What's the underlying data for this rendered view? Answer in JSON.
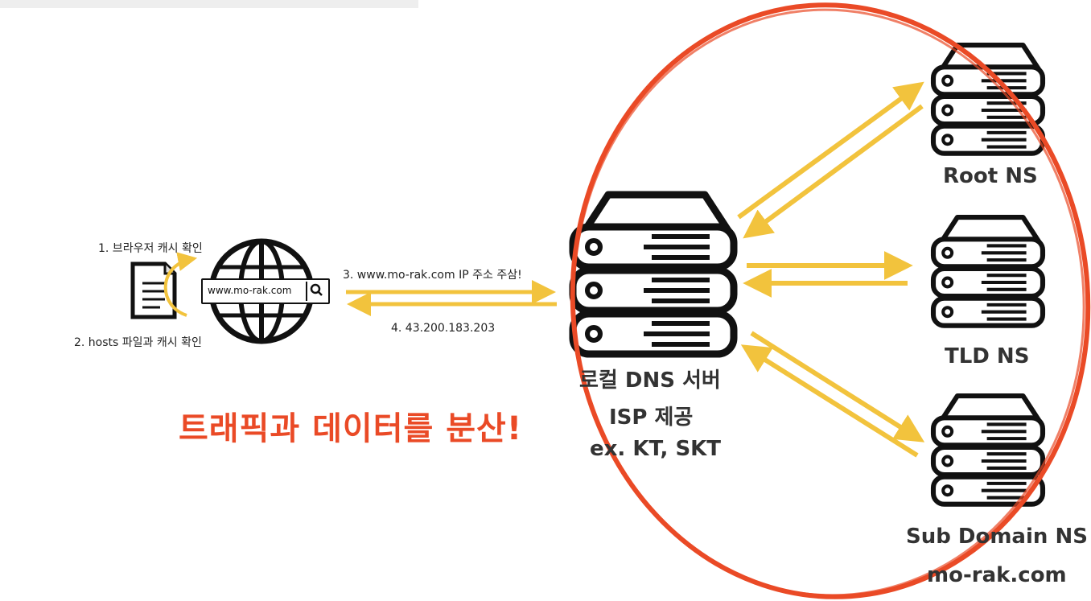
{
  "client": {
    "step1": "1. 브라우저 캐시 확인",
    "step2": "2. hosts 파일과 캐시 확인",
    "url": "www.mo-rak.com"
  },
  "request": {
    "step3": "3. www.mo-rak.com IP 주소 주삼!",
    "step4": "4. 43.200.183.203"
  },
  "local_dns": {
    "line1": "로컬 DNS 서버",
    "line2": "ISP 제공",
    "line3": "ex. KT, SKT"
  },
  "servers": {
    "root": "Root NS",
    "tld": "TLD NS",
    "sub_line1": "Sub Domain NS",
    "sub_line2": "mo-rak.com"
  },
  "headline": "트래픽과 데이터를 분산!",
  "colors": {
    "arrow": "#f2c33d",
    "highlight_circle": "#ea4a26",
    "headline": "#ea4a26",
    "icon_stroke": "#111111"
  }
}
